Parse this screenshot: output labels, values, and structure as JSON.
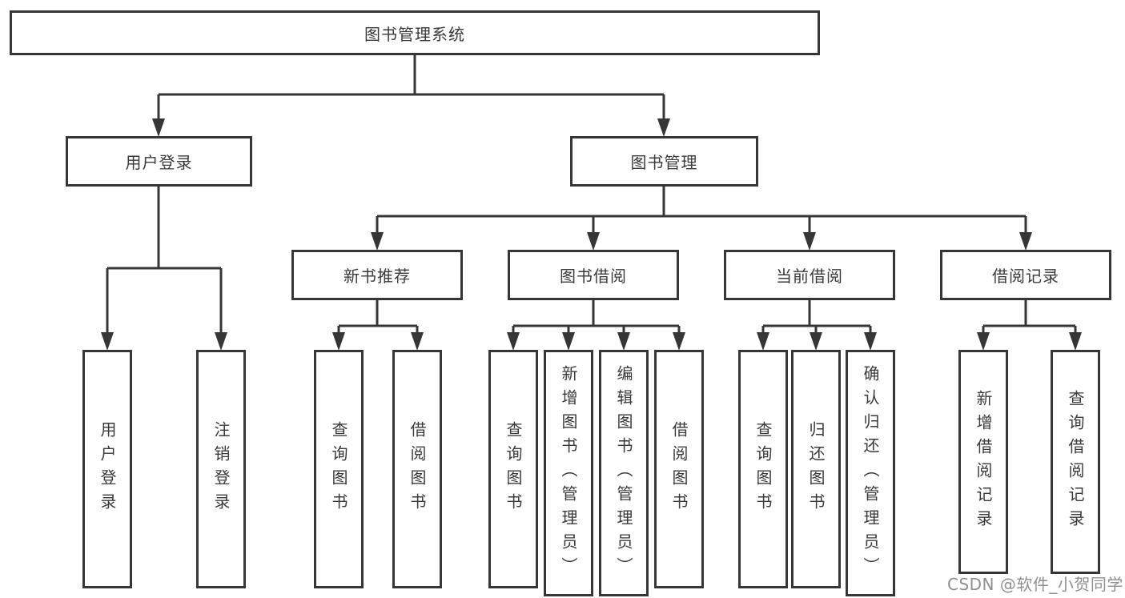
{
  "colors": {
    "line": "#363636",
    "box_border": "#363636",
    "box_bg": "#ffffff",
    "text": "#3a3a3a",
    "background": "#ffffff",
    "watermark": "#8f8f8f"
  },
  "tree": {
    "root": {
      "label": "图书管理系统"
    },
    "branches": [
      {
        "label": "用户登录",
        "children": [
          {
            "label": "用户登录"
          },
          {
            "label": "注销登录"
          }
        ]
      },
      {
        "label": "图书管理",
        "groups": [
          {
            "label": "新书推荐",
            "children": [
              {
                "label": "查询图书"
              },
              {
                "label": "借阅图书"
              }
            ]
          },
          {
            "label": "图书借阅",
            "children": [
              {
                "label": "查询图书"
              },
              {
                "label": "新增图书（管理员）"
              },
              {
                "label": "编辑图书（管理员）"
              },
              {
                "label": "借阅图书"
              }
            ]
          },
          {
            "label": "当前借阅",
            "children": [
              {
                "label": "查询图书"
              },
              {
                "label": "归还图书"
              },
              {
                "label": "确认归还（管理员）"
              }
            ]
          },
          {
            "label": "借阅记录",
            "children": [
              {
                "label": "新增借阅记录"
              },
              {
                "label": "查询借阅记录"
              }
            ]
          }
        ]
      }
    ]
  },
  "watermark": {
    "text": "CSDN @软件_小贺同学"
  }
}
